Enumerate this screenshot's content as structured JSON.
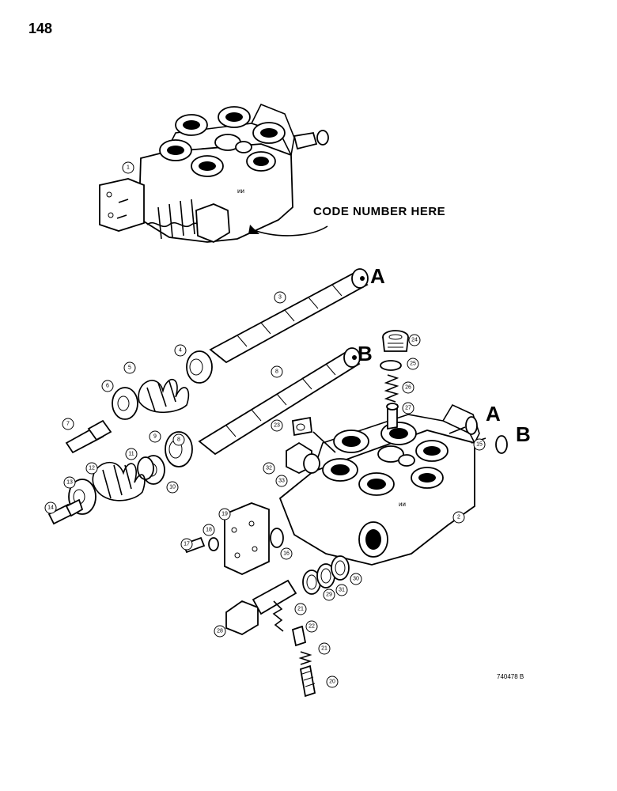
{
  "page": {
    "number": "148",
    "code_note": "CODE NUMBER HERE",
    "drawing_number": "740478 B"
  },
  "letters": {
    "a1": "A",
    "b1": "B",
    "a2": "A",
    "b2": "B"
  },
  "callouts": [
    {
      "id": "c1",
      "label": "1"
    },
    {
      "id": "c2",
      "label": "2"
    },
    {
      "id": "c3",
      "label": "3"
    },
    {
      "id": "c4",
      "label": "4"
    },
    {
      "id": "c5",
      "label": "5"
    },
    {
      "id": "c6",
      "label": "6"
    },
    {
      "id": "c7",
      "label": "7"
    },
    {
      "id": "c8a",
      "label": "8"
    },
    {
      "id": "c8b",
      "label": "8"
    },
    {
      "id": "c9",
      "label": "9"
    },
    {
      "id": "c10",
      "label": "10"
    },
    {
      "id": "c11",
      "label": "11"
    },
    {
      "id": "c12",
      "label": "12"
    },
    {
      "id": "c13",
      "label": "13"
    },
    {
      "id": "c14",
      "label": "14"
    },
    {
      "id": "c15",
      "label": "15"
    },
    {
      "id": "c16",
      "label": "16"
    },
    {
      "id": "c17",
      "label": "17"
    },
    {
      "id": "c18",
      "label": "18"
    },
    {
      "id": "c19",
      "label": "19"
    },
    {
      "id": "c20",
      "label": "20"
    },
    {
      "id": "c21a",
      "label": "21"
    },
    {
      "id": "c21b",
      "label": "21"
    },
    {
      "id": "c22",
      "label": "22"
    },
    {
      "id": "c23",
      "label": "23"
    },
    {
      "id": "c24",
      "label": "24"
    },
    {
      "id": "c25",
      "label": "25"
    },
    {
      "id": "c26",
      "label": "26"
    },
    {
      "id": "c27",
      "label": "27"
    },
    {
      "id": "c28",
      "label": "28"
    },
    {
      "id": "c29",
      "label": "29"
    },
    {
      "id": "c30",
      "label": "30"
    },
    {
      "id": "c31",
      "label": "31"
    },
    {
      "id": "c32",
      "label": "32"
    },
    {
      "id": "c33",
      "label": "33"
    }
  ]
}
